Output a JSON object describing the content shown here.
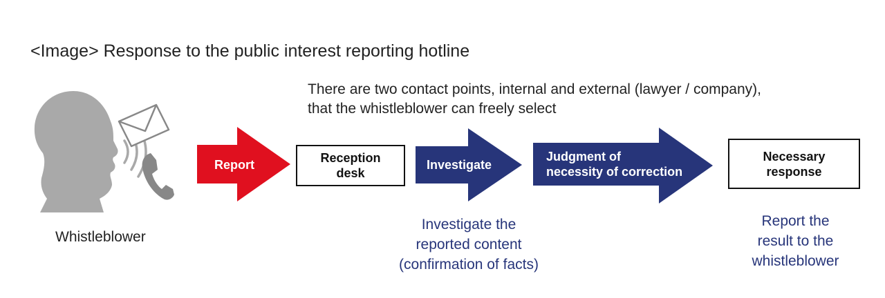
{
  "title": "<Image> Response to the public interest reporting hotline",
  "note": {
    "line1": "There are two contact points, internal and external (lawyer / company),",
    "line2": "that the whistleblower can freely select"
  },
  "whistleblower": {
    "label": "Whistleblower"
  },
  "steps": {
    "report": {
      "label": "Report",
      "color": "#e0101f"
    },
    "reception": {
      "line1": "Reception",
      "line2": "desk"
    },
    "investigate": {
      "label": "Investigate",
      "color": "#27357a",
      "desc1": "Investigate the",
      "desc2": "reported content",
      "desc3": "(confirmation of facts)"
    },
    "judgment": {
      "line1": "Judgment of",
      "line2": "necessity of correction",
      "color": "#27357a"
    },
    "response": {
      "line1": "Necessary",
      "line2": "response",
      "desc1": "Report the",
      "desc2": "result to the",
      "desc3": "whistleblower"
    }
  },
  "colors": {
    "accent_red": "#e0101f",
    "accent_navy": "#27357a",
    "icon_gray": "#a9a9a9"
  },
  "icons": [
    "person-head-icon",
    "sound-waves-icon",
    "envelope-icon",
    "phone-handset-icon"
  ]
}
